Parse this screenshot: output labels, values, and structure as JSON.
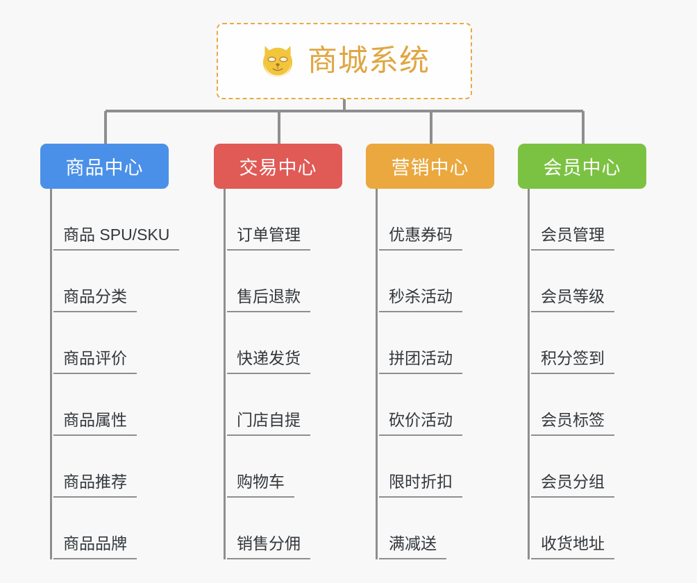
{
  "page": {
    "background_color": "#f8f8f8",
    "title": "商城系统",
    "type": "mindmap"
  },
  "root": {
    "label": "商城系统",
    "icon": "shiba-dog-face-icon",
    "border_color": "#e9a93f",
    "text_color": "#e0a642",
    "background_color": "#fefefe"
  },
  "connector": {
    "color": "#8e8e8e"
  },
  "branches": [
    {
      "id": "product-center",
      "label": "商品中心",
      "color": "#4a90e8",
      "items": [
        {
          "label": "商品 SPU/SKU"
        },
        {
          "label": "商品分类"
        },
        {
          "label": "商品评价"
        },
        {
          "label": "商品属性"
        },
        {
          "label": "商品推荐"
        },
        {
          "label": "商品品牌"
        }
      ]
    },
    {
      "id": "trade-center",
      "label": "交易中心",
      "color": "#e05a56",
      "items": [
        {
          "label": "订单管理"
        },
        {
          "label": "售后退款"
        },
        {
          "label": "快递发货"
        },
        {
          "label": "门店自提"
        },
        {
          "label": "购物车"
        },
        {
          "label": "销售分佣"
        }
      ]
    },
    {
      "id": "marketing-center",
      "label": "营销中心",
      "color": "#eaa83f",
      "items": [
        {
          "label": "优惠券码"
        },
        {
          "label": "秒杀活动"
        },
        {
          "label": "拼团活动"
        },
        {
          "label": "砍价活动"
        },
        {
          "label": "限时折扣"
        },
        {
          "label": "满减送"
        }
      ]
    },
    {
      "id": "member-center",
      "label": "会员中心",
      "color": "#7cc242",
      "items": [
        {
          "label": "会员管理"
        },
        {
          "label": "会员等级"
        },
        {
          "label": "积分签到"
        },
        {
          "label": "会员标签"
        },
        {
          "label": "会员分组"
        },
        {
          "label": "收货地址"
        }
      ]
    }
  ]
}
